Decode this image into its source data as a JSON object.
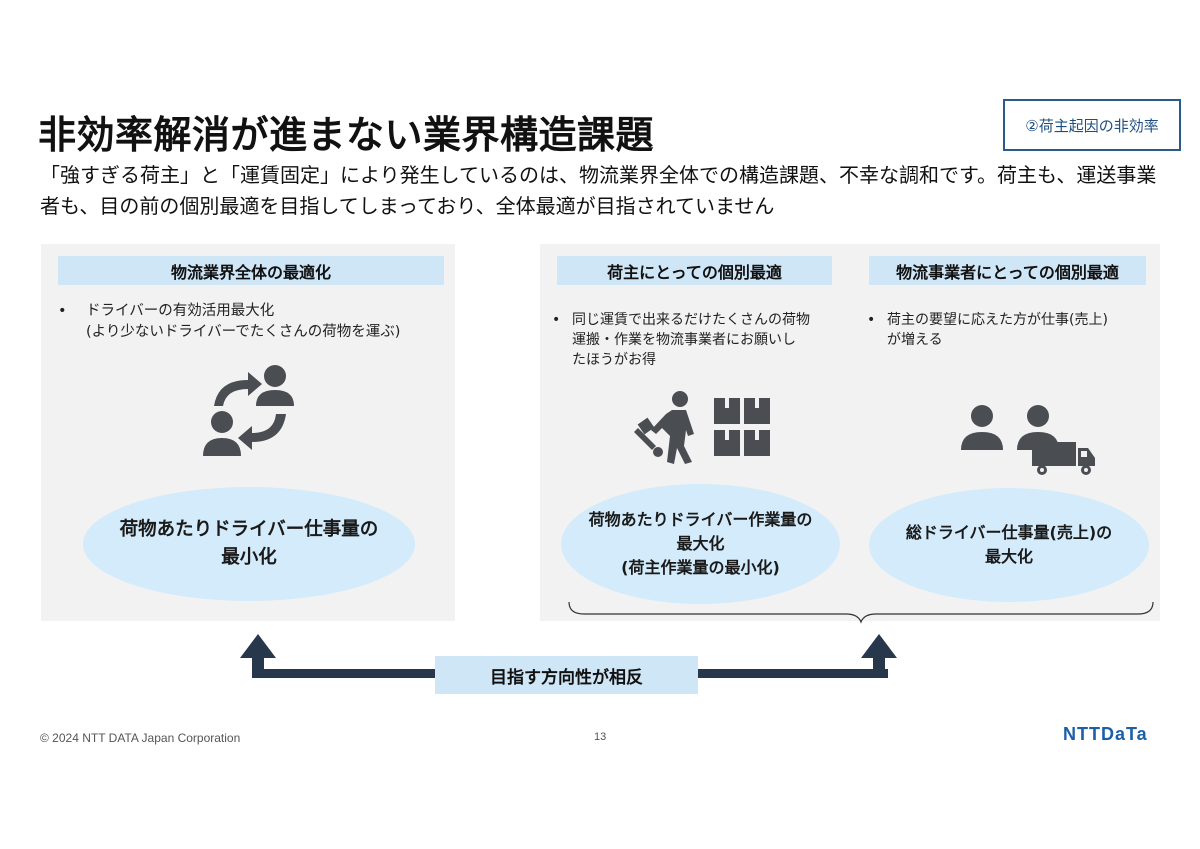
{
  "title": "非効率解消が進まない業界構造課題",
  "tag": "②荷主起因の非効率",
  "subtitle": "「強すぎる荷主」と「運賃固定」により発生しているのは、物流業界全体での構造課題、不幸な調和です。荷主も、運送事業者も、目の前の個別最適を目指してしまっており、全体最適が目指されていません",
  "panels": {
    "left": {
      "header": "物流業界全体の最適化",
      "bullet_line1": "ドライバーの有効活用最大化",
      "bullet_line2": "(より少ないドライバーでたくさんの荷物を運ぶ)",
      "ellipse_line1": "荷物あたりドライバー仕事量の",
      "ellipse_line2": "最小化",
      "icon": "people-exchange-icon"
    },
    "shipper": {
      "header": "荷主にとっての個別最適",
      "bullet_line1": "同じ運賃で出来るだけたくさんの荷物",
      "bullet_line2": "運搬・作業を物流事業者にお願いし",
      "bullet_line3": "たほうがお得",
      "ellipse_line1": "荷物あたりドライバー作業量の",
      "ellipse_line2": "最大化",
      "ellipse_line3": "(荷主作業量の最小化)",
      "icon": "worker-boxes-icon"
    },
    "carrier": {
      "header": "物流事業者にとっての個別最適",
      "bullet_line1": "荷主の要望に応えた方が仕事(売上)",
      "bullet_line2": "が増える",
      "ellipse_line1": "総ドライバー仕事量(売上)の",
      "ellipse_line2": "最大化",
      "icon": "people-truck-icon"
    }
  },
  "arrow_label": "目指す方向性が相反",
  "bullet_marker": "•",
  "footer": {
    "copyright": "© 2024 NTT DATA Japan Corporation",
    "page_number": "13",
    "logo": "NTTDaTa"
  },
  "colors": {
    "header_bg": "#cfe6f7",
    "ellipse_bg": "#d3ebfa",
    "panel_bg": "#f2f2f2",
    "icon": "#4a4d52",
    "arrow": "#27384c",
    "logo": "#1a5fa8"
  }
}
